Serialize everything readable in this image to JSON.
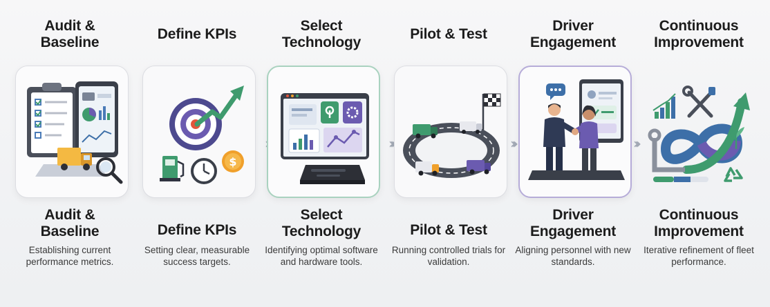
{
  "steps": [
    {
      "top_title": "Audit & Baseline",
      "top_title_lines": [
        "Audit &",
        "Baseline"
      ],
      "bottom_title_lines": [
        "Audit &",
        "Baseline"
      ],
      "description": "Establishing current performance metrics.",
      "icon": "clipboard-tablet-truck-magnifier-icon"
    },
    {
      "top_title_lines": [
        "Define KPIs"
      ],
      "bottom_title_lines": [
        "Define KPIs"
      ],
      "description": "Setting clear, measurable success targets.",
      "icon": "target-arrow-fuel-clock-coin-icon"
    },
    {
      "top_title_lines": [
        "Select",
        "Technology"
      ],
      "bottom_title_lines": [
        "Select",
        "Technology"
      ],
      "description": "Identifying optimal software and hardware tools.",
      "icon": "app-screens-telematics-device-icon"
    },
    {
      "top_title_lines": [
        "Pilot & Test"
      ],
      "bottom_title_lines": [
        "Pilot & Test"
      ],
      "description": "Running controlled trials for validation.",
      "icon": "test-track-trucks-flag-icon"
    },
    {
      "top_title_lines": [
        "Driver",
        "Engagement"
      ],
      "bottom_title_lines": [
        "Driver",
        "Engagement"
      ],
      "description": "Aligning personnel with new standards.",
      "icon": "handshake-people-screen-icon"
    },
    {
      "top_title_lines": [
        "Continuous",
        "Improvement"
      ],
      "bottom_title_lines": [
        "Continuous",
        "Improvement"
      ],
      "description": "Iterative refinement of fleet performance.",
      "icon": "loop-arrow-tools-recycle-icon"
    }
  ],
  "colors": {
    "card_border": "#dcdde2",
    "card_border_green": "#a9d2bf",
    "card_border_purple": "#b6acd8",
    "chevron": "#9fa6b2",
    "accent_green": "#3f9b6e",
    "accent_purple": "#6b5bb0",
    "accent_blue": "#3d6fa8"
  }
}
